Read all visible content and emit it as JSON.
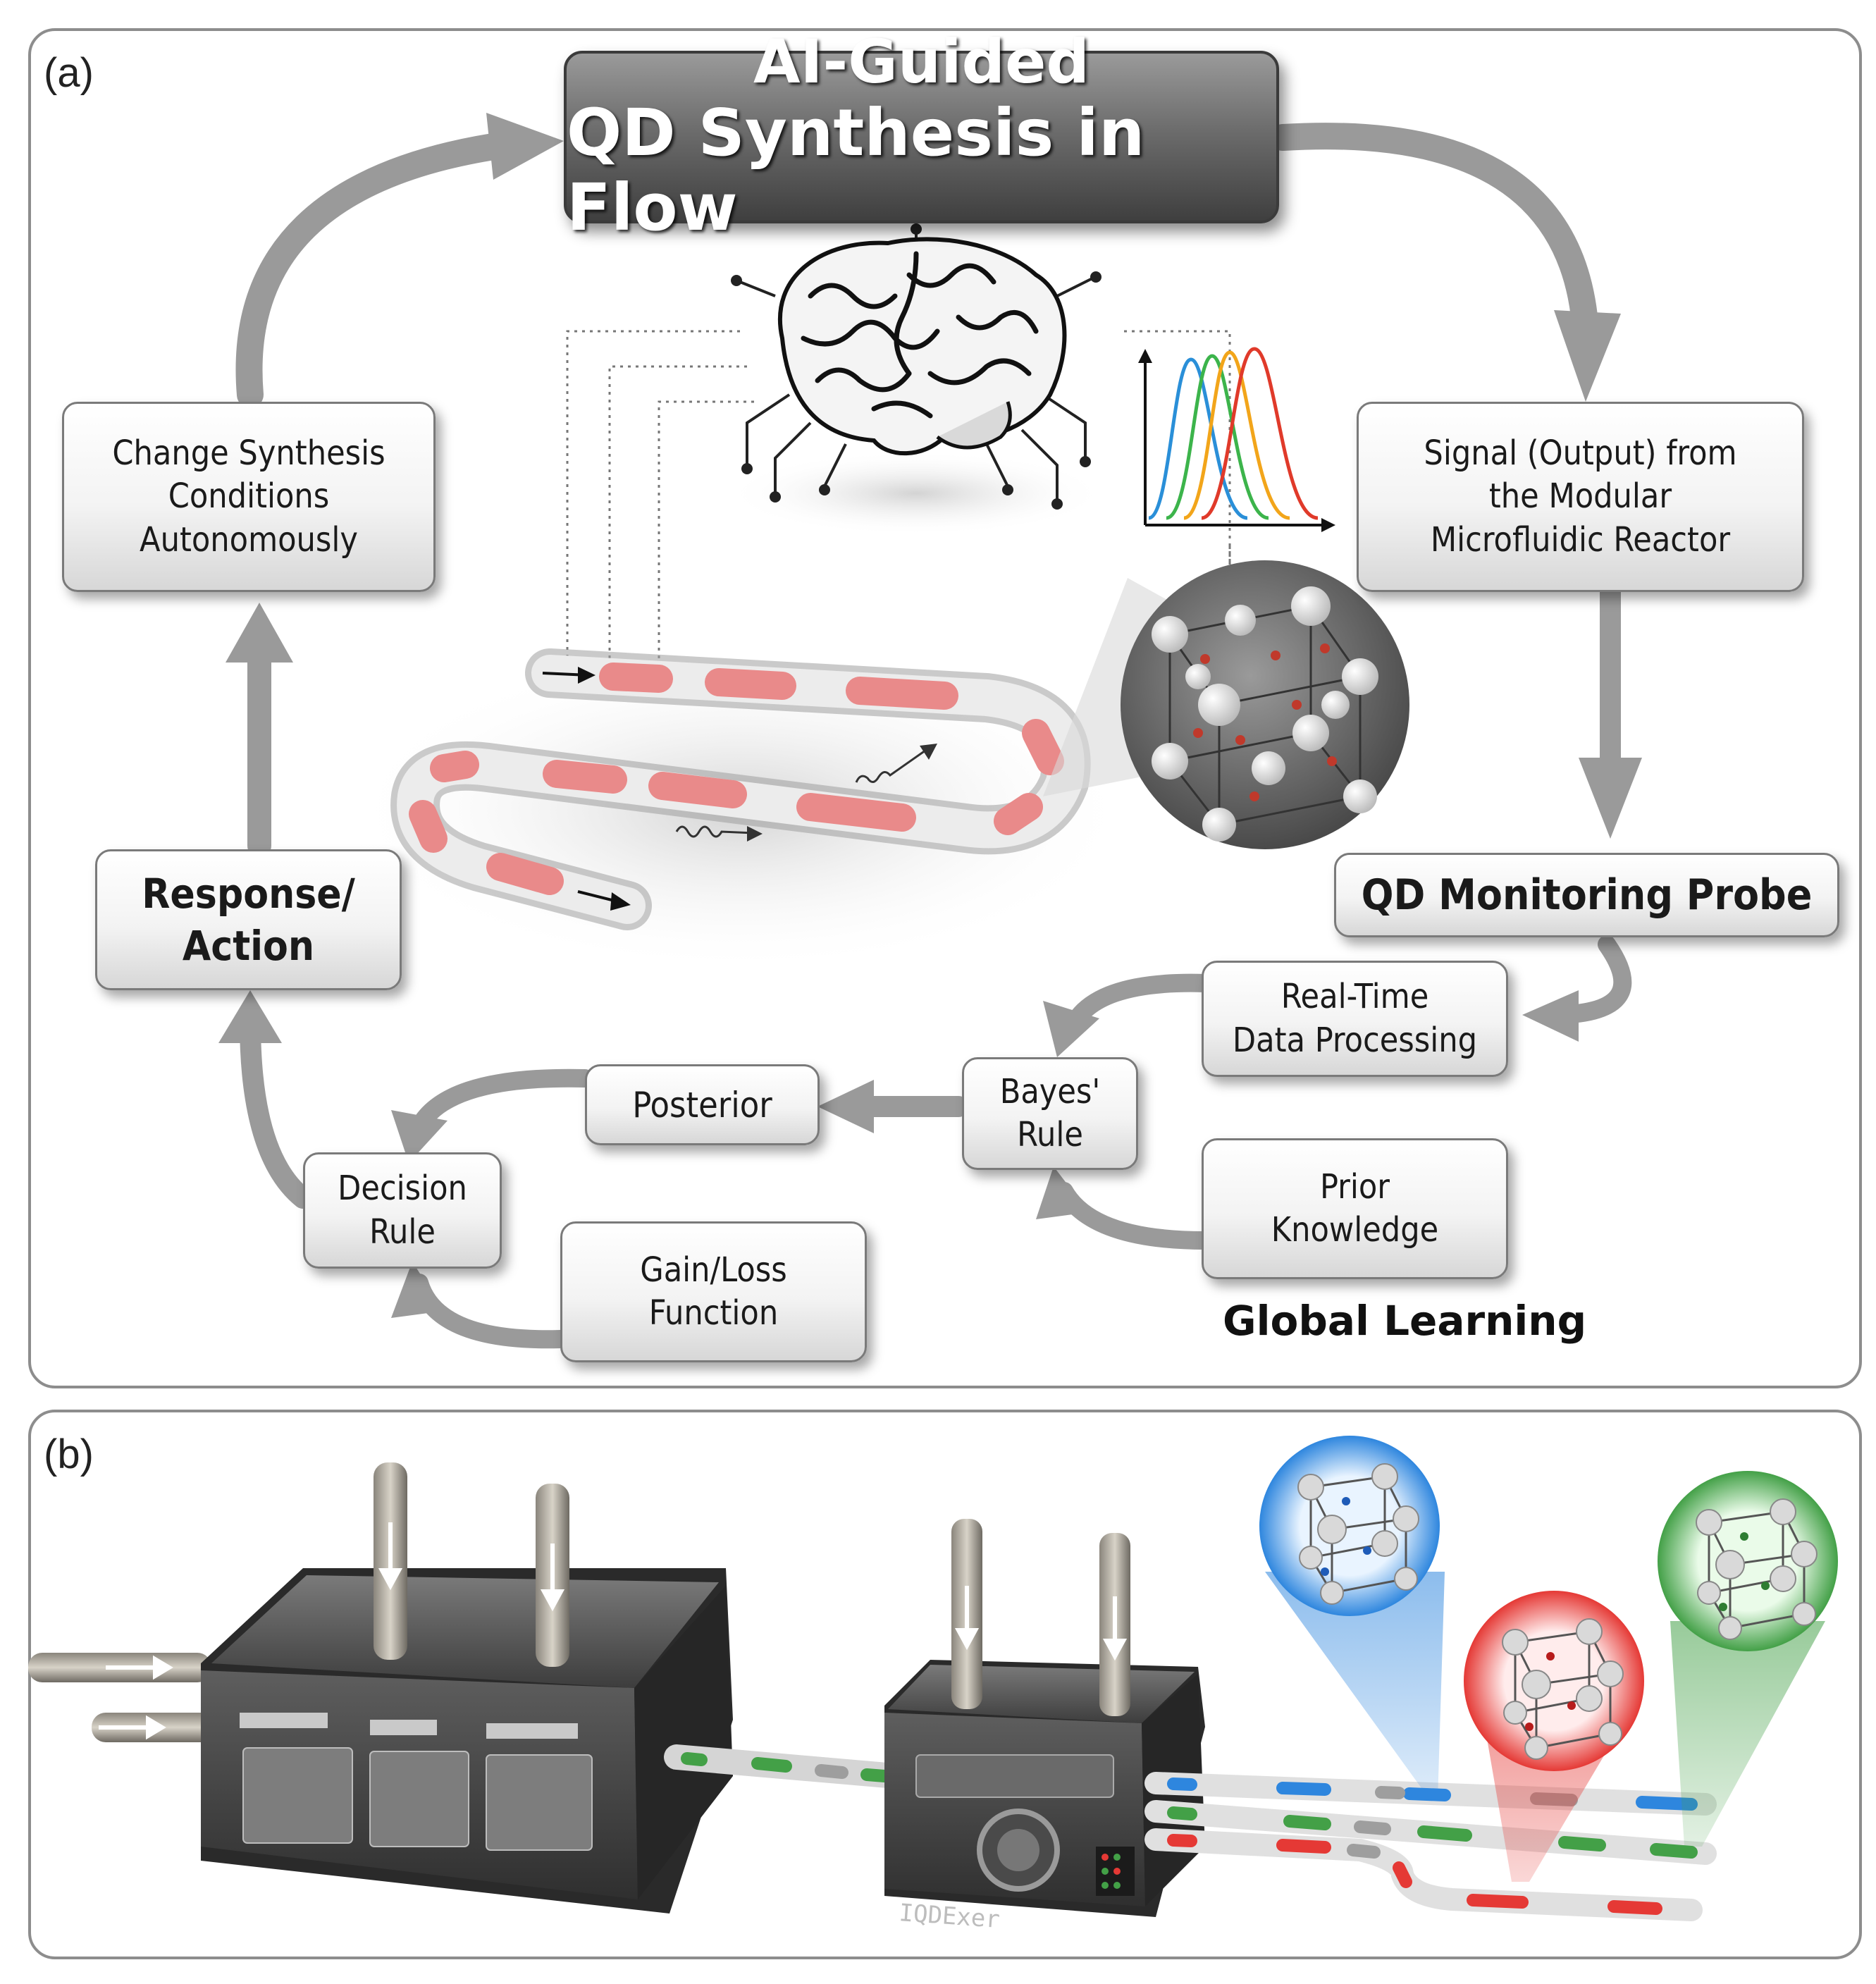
{
  "panel_a": {
    "label": "(a)",
    "title_line1": "AI-Guided",
    "title_line2": "QD Synthesis in Flow",
    "boxes": {
      "change_synthesis": "Change Synthesis\nConditions\nAutonomously",
      "signal_output": "Signal (Output) from\nthe Modular\nMicrofluidic Reactor",
      "qd_monitoring_probe": "QD Monitoring Probe",
      "real_time": "Real-Time\nData Processing",
      "bayes_rule": "Bayes'\nRule",
      "posterior": "Posterior",
      "prior_knowledge": "Prior\nKnowledge",
      "decision_rule": "Decision\nRule",
      "gain_loss": "Gain/Loss\nFunction",
      "response_action": "Response/\nAction"
    },
    "global_learning": "Global Learning",
    "spectrum_colors": [
      "#2a8fd8",
      "#3cb44b",
      "#f2a51a",
      "#e03a2a"
    ]
  },
  "panel_b": {
    "label": "(b)",
    "device_label": "IQDExer",
    "qd_colors": {
      "blue": "#2e86de",
      "red": "#e53935",
      "green": "#43a047"
    }
  }
}
